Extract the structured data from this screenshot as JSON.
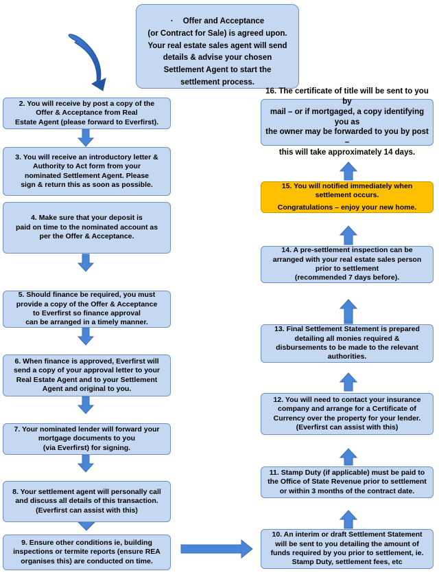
{
  "top": {
    "bullet": "·",
    "title": "Offer and Acceptance",
    "body": "(or Contract for Sale) is agreed upon.\nYour real estate sales agent will send\ndetails & advise your chosen\nSettlement Agent to start the\nsettlement process."
  },
  "left_steps": [
    "2. You will receive by post a copy of the\nOffer & Acceptance from Real\nEstate Agent (please forward to Everfirst).",
    "3. You will receive an introductory letter &\nAuthority to Act form from your\nnominated Settlement Agent. Please\nsign & return this as soon as possible.",
    "4. Make sure that your deposit is\npaid on time to the nominated account as\nper the Offer & Acceptance.",
    "5. Should finance be required, you must\nprovide a copy of the Offer & Acceptance\nto Everfirst so finance approval\ncan be arranged in a timely manner.",
    "6. When finance is approved, Everfirst will\nsend a copy of your approval letter to your\nReal Estate Agent and to your Settlement\nAgent and original to you.",
    "7. Your nominated lender will forward your\nmortgage documents to you\n(via Everfirst) for signing.",
    "8. Your settlement agent will personally call\nand discuss all details of this transaction.\n(Everfirst can assist with this)",
    "9. Ensure other conditions ie, building\ninspections or termite reports (ensure REA\norganises this) are conducted on time."
  ],
  "right_steps": {
    "s10": "10. An interim or draft Settlement Statement\nwill be sent to you detailing the amount of\nfunds required by you prior to settlement, ie.\nStamp Duty, settlement fees, etc",
    "s11": "11. Stamp Duty (if applicable) must be paid to\nthe Office of State Revenue prior to settlement\nor within 3 months of the contract date.",
    "s12": "12. You will need to contact your insurance\ncompany and arrange for a Certificate of\nCurrency over the property for your lender.\n(Everfirst can assist with this)",
    "s13": "13. Final Settlement Statement is prepared\ndetailing all monies required &\ndisbursements to be made to the relevant\nauthorities.",
    "s14": "14. A pre-settlement inspection can be\narranged with your real estate sales person\nprior to settlement\n(recommended 7 days before).",
    "s15_line1": "15. You will notified immediately when\nsettlement occurs.",
    "s15_line2": "Congratulations – enjoy your new home.",
    "s16": "16. The certificate of title will be sent to you by\nmail – or if mortgaged, a copy identifying you as\nthe owner may be forwarded to you by post –\nthis will take approximately 14 days."
  },
  "colors": {
    "box_fill": "#c5d8f1",
    "box_border": "#6f8fbd",
    "highlight_fill": "#fec000",
    "arrow_fill": "#4a86d8",
    "arrow_stroke": "#3a6db5"
  }
}
